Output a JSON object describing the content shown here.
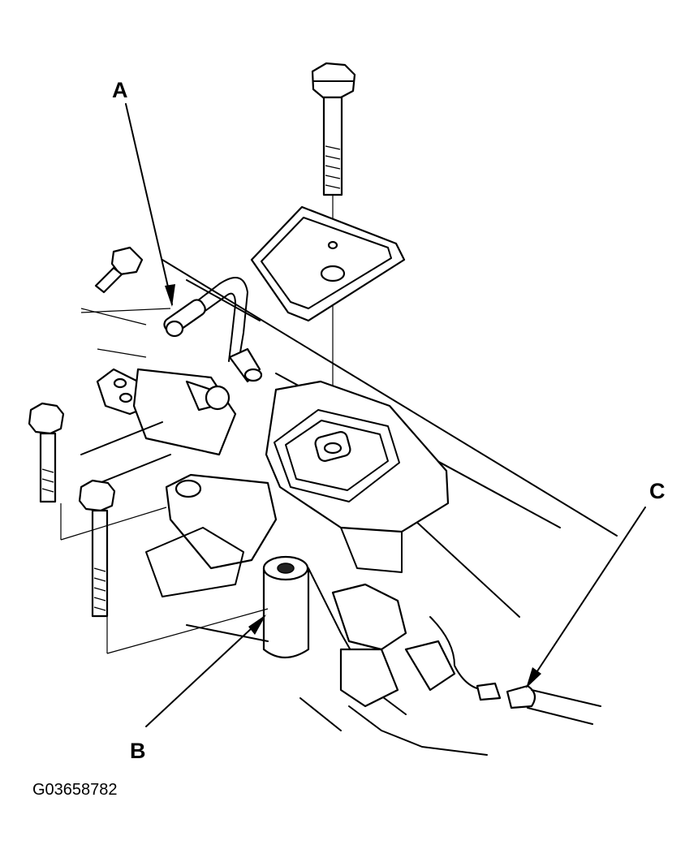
{
  "callouts": {
    "a": "A",
    "b": "B",
    "c": "C"
  },
  "figure_id": "G03658782",
  "icons": [
    "bolt-icon",
    "mount-icon",
    "hose-icon",
    "bracket-icon",
    "connector-icon"
  ]
}
